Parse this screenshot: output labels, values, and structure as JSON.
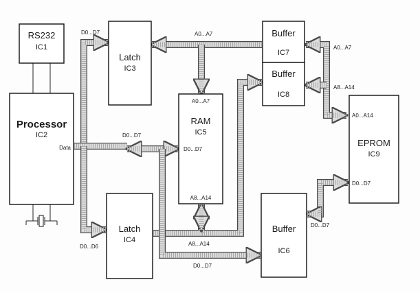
{
  "blocks": {
    "rs232": {
      "title": "RS232",
      "sub": "IC1"
    },
    "processor": {
      "title": "Processor",
      "sub": "IC2",
      "port": "Data"
    },
    "latch3": {
      "title": "Latch",
      "sub": "IC3"
    },
    "latch4": {
      "title": "Latch",
      "sub": "IC4"
    },
    "ram": {
      "title": "RAM",
      "sub": "IC5",
      "port_top": "A0...A7",
      "port_mid": "D0...D7",
      "port_bot": "A8...A14"
    },
    "buffer7": {
      "title": "Buffer",
      "sub": "IC7"
    },
    "buffer8": {
      "title": "Buffer",
      "sub": "IC8"
    },
    "buffer6": {
      "title": "Buffer",
      "sub": "IC6"
    },
    "eprom": {
      "title": "EPROM",
      "sub": "IC9",
      "port_top": "A0...A14",
      "port_bot": "D0...D7"
    }
  },
  "bus_labels": {
    "latch3_in": "D0...D7",
    "a0a7_top": "A0...A7",
    "buf7_out": "A0...A7",
    "buf8_out": "A8...A14",
    "data_mid": "D0...D7",
    "latch4_in": "D0...D6",
    "a8a14_bottom": "A8...A14",
    "d0d7_bottom": "D0...D7",
    "buf6_out": "D0...D7"
  }
}
